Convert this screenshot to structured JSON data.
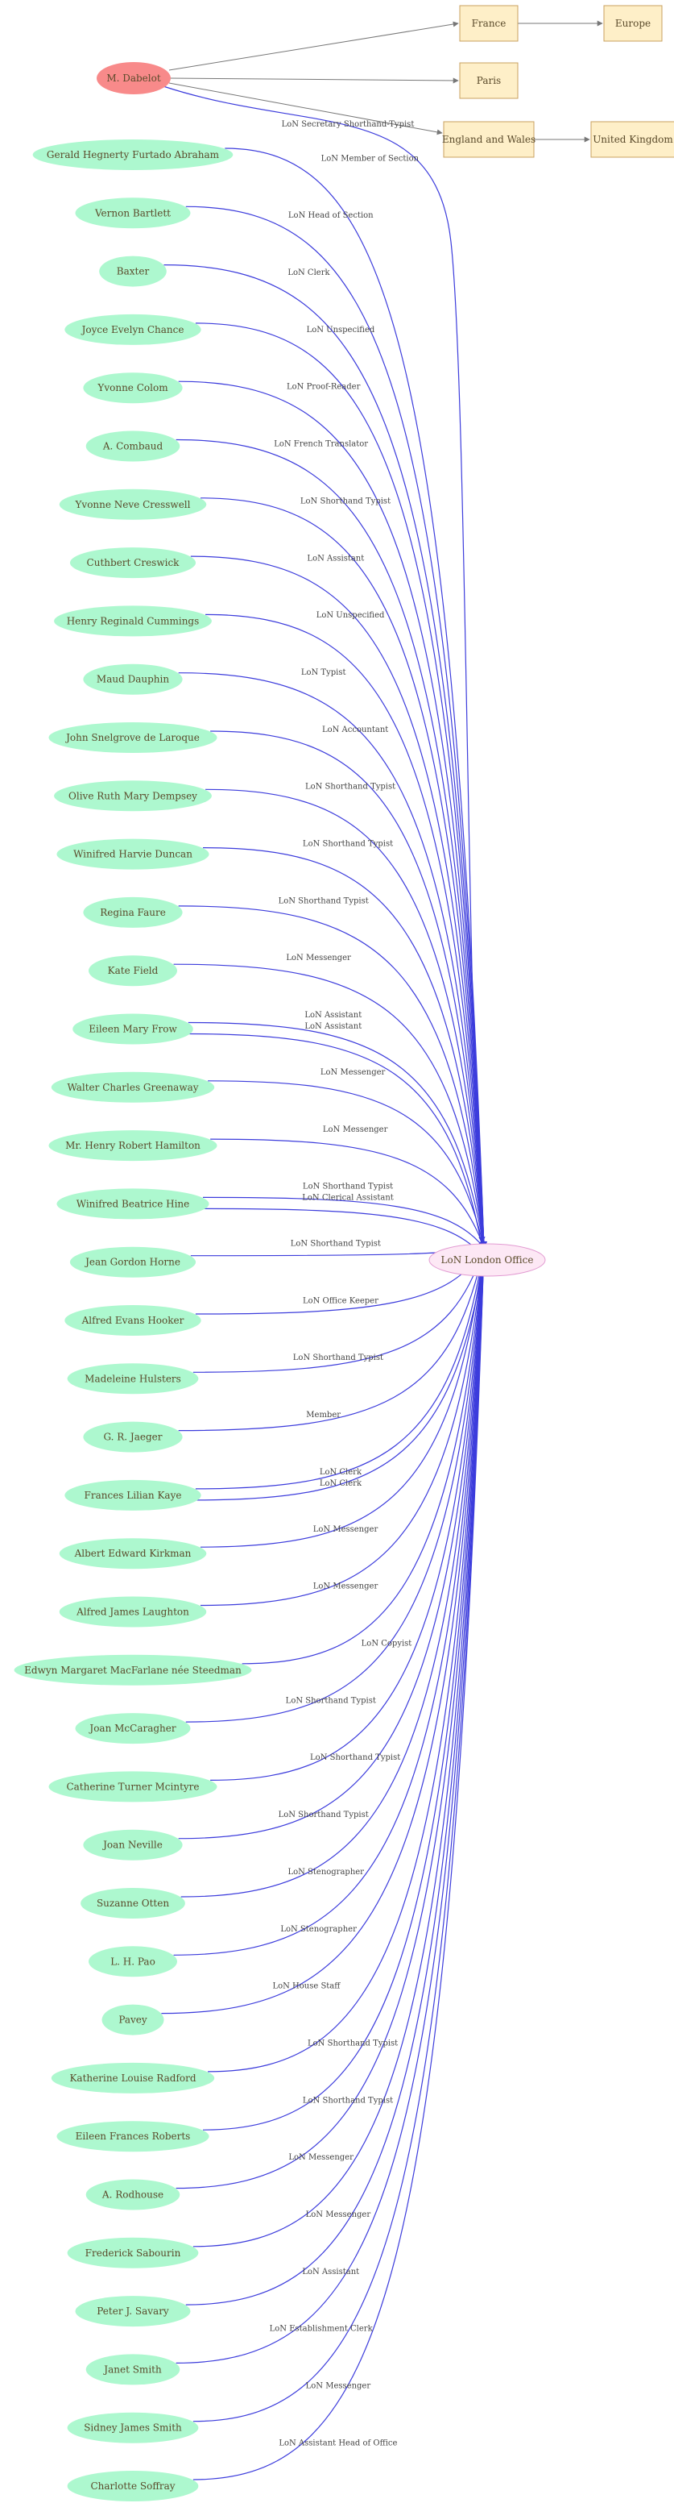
{
  "colors": {
    "person_fill": "#adf8cf",
    "highlight_fill": "#f88a8a",
    "office_fill": "#fde8f5",
    "office_stroke": "#e29bd2",
    "place_fill": "#feefc8",
    "place_stroke": "#c8a060",
    "edge_blue": "#3c3cdc",
    "edge_gray": "#777777"
  },
  "office": {
    "name": "LoN London Office"
  },
  "highlight": {
    "name": "M. Dabelot",
    "edge_label": "LoN Secretary Shorthand-Typist"
  },
  "places": [
    {
      "id": "france",
      "name": "France"
    },
    {
      "id": "europe",
      "name": "Europe"
    },
    {
      "id": "paris",
      "name": "Paris"
    },
    {
      "id": "england",
      "name": "England and Wales"
    },
    {
      "id": "uk",
      "name": "United Kingdom"
    }
  ],
  "place_links": [
    {
      "from": "france",
      "to": "europe"
    },
    {
      "from": "england",
      "to": "uk"
    }
  ],
  "people": [
    {
      "name": "Gerald Hegnerty Furtado Abraham",
      "role": "LoN Member of Section"
    },
    {
      "name": "Vernon Bartlett",
      "role": "LoN Head of Section"
    },
    {
      "name": "Baxter",
      "role": "LoN Clerk"
    },
    {
      "name": "Joyce Evelyn Chance",
      "role": "LoN Unspecified"
    },
    {
      "name": "Yvonne Colom",
      "role": "LoN Proof-Reader"
    },
    {
      "name": "A.  Combaud",
      "role": "LoN French Translator"
    },
    {
      "name": "Yvonne Neve Cresswell",
      "role": "LoN Shorthand Typist"
    },
    {
      "name": "Cuthbert Creswick",
      "role": "LoN Assistant"
    },
    {
      "name": "Henry Reginald Cummings",
      "role": "LoN Unspecified"
    },
    {
      "name": "Maud Dauphin",
      "role": "LoN Typist"
    },
    {
      "name": "John Snelgrove de Laroque",
      "role": "LoN Accountant"
    },
    {
      "name": "Olive Ruth Mary Dempsey",
      "role": "LoN Shorthand Typist"
    },
    {
      "name": "Winifred Harvie Duncan",
      "role": "LoN Shorthand Typist"
    },
    {
      "name": "Regina Faure",
      "role": "LoN Shorthand Typist"
    },
    {
      "name": "Kate Field",
      "role": "LoN Messenger"
    },
    {
      "name": "Eileen Mary Frow",
      "role": "LoN Assistant"
    },
    {
      "name": "Walter Charles Greenaway",
      "role": "LoN Messenger"
    },
    {
      "name": "Mr. Henry Robert Hamilton",
      "role": "LoN Messenger"
    },
    {
      "name": "Winifred Beatrice Hine",
      "role": "LoN Shorthand Typist"
    },
    {
      "name": "Jean Gordon Horne",
      "role": "LoN Shorthand Typist"
    },
    {
      "name": "Alfred Evans Hooker",
      "role": "LoN Office Keeper"
    },
    {
      "name": "Madeleine Hulsters",
      "role": "LoN Shorthand Typist"
    },
    {
      "name": "G. R. Jaeger",
      "role": "Member"
    },
    {
      "name": "Frances Lilian Kaye",
      "role": "LoN Clerk"
    },
    {
      "name": "Albert Edward Kirkman",
      "role": "LoN Messenger"
    },
    {
      "name": "Alfred James Laughton",
      "role": "LoN Messenger"
    },
    {
      "name": "Edwyn Margaret MacFarlane née Steedman",
      "role": "LoN Copyist"
    },
    {
      "name": "Joan McCaragher",
      "role": "LoN Shorthand Typist"
    },
    {
      "name": "Catherine Turner Mcintyre",
      "role": "LoN Shorthand Typist"
    },
    {
      "name": "Joan Neville",
      "role": "LoN Shorthand Typist"
    },
    {
      "name": "Suzanne Otten",
      "role": "LoN Stenographer"
    },
    {
      "name": "L. H.  Pao",
      "role": "LoN Stenographer"
    },
    {
      "name": "Pavey",
      "role": "LoN House Staff"
    },
    {
      "name": "Katherine Louise Radford",
      "role": "LoN Shorthand Typist"
    },
    {
      "name": "Eileen Frances Roberts",
      "role": "LoN Shorthand Typist"
    },
    {
      "name": "A. Rodhouse",
      "role": "LoN Messenger"
    },
    {
      "name": "Frederick Sabourin",
      "role": "LoN Messenger"
    },
    {
      "name": "Peter J. Savary",
      "role": "LoN Assistant"
    },
    {
      "name": "Janet Smith",
      "role": "LoN Establishment Clerk"
    },
    {
      "name": "Sidney James Smith",
      "role": "LoN Messenger"
    },
    {
      "name": "Charlotte  Soffray",
      "role": "LoN Assistant Head of Office"
    }
  ],
  "extra_edges": [
    {
      "person_index": 15,
      "role": "LoN Assistant"
    },
    {
      "person_index": 18,
      "role": "LoN Clerical Assistant"
    },
    {
      "person_index": 23,
      "role": "LoN Clerk"
    }
  ]
}
